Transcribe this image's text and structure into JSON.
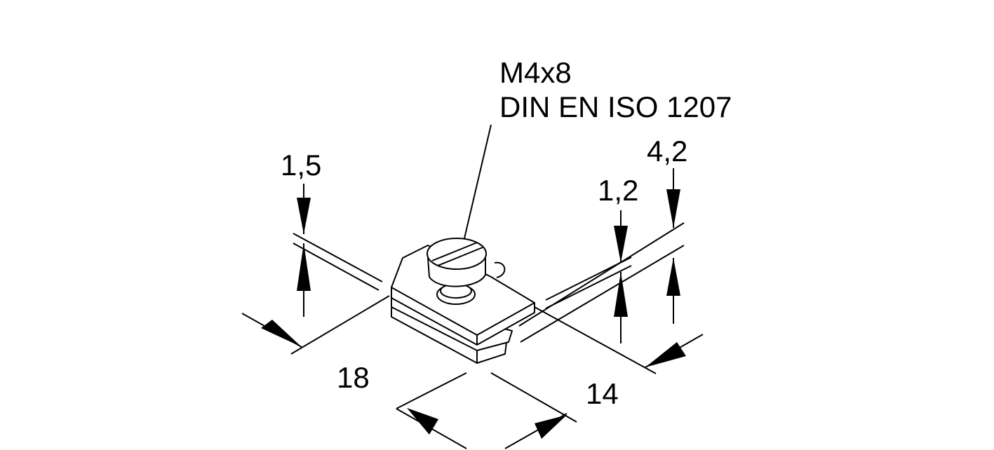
{
  "callout": {
    "screen_designation": "M4x8",
    "screen_standard": "DIN EN ISO 1207"
  },
  "dimensions": {
    "thickness_left": "1,5",
    "thickness_right": "1,2",
    "height_right": "4,2",
    "length_left": "18",
    "length_right": "14"
  },
  "colors": {
    "line": "#000000",
    "background": "#ffffff"
  }
}
